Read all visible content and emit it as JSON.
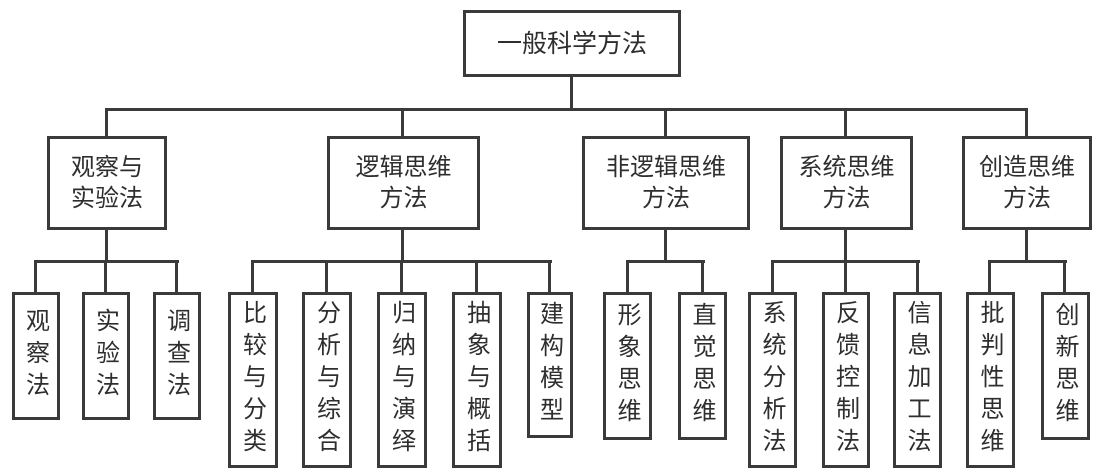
{
  "diagram": {
    "type": "tree",
    "colors": {
      "line": "#3a3a3a",
      "text": "#2e2e2e",
      "background": "#ffffff"
    },
    "root": {
      "label": "一般科学方法"
    },
    "branches": [
      {
        "label": "观察与\n实验法",
        "children": [
          "观察法",
          "实验法",
          "调查法"
        ]
      },
      {
        "label": "逻辑思维\n方法",
        "children": [
          "比较与分类",
          "分析与综合",
          "归纳与演绎",
          "抽象与概括",
          "建构模型"
        ]
      },
      {
        "label": "非逻辑思维\n方法",
        "children": [
          "形象思维",
          "直觉思维"
        ]
      },
      {
        "label": "系统思维\n方法",
        "children": [
          "系统分析法",
          "反馈控制法",
          "信息加工法"
        ]
      },
      {
        "label": "创造思维\n方法",
        "children": [
          "批判性思维",
          "创新思维"
        ]
      }
    ]
  }
}
